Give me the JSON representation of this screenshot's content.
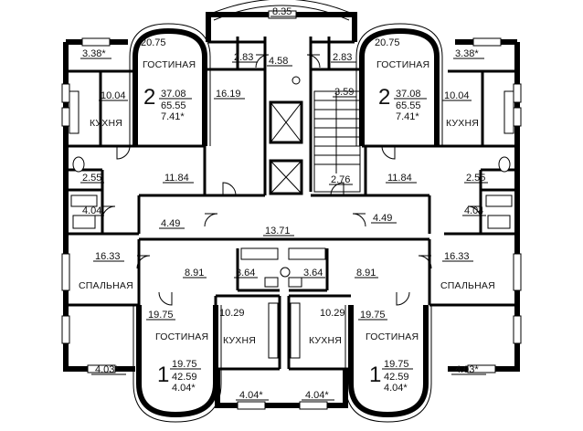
{
  "apartments": {
    "top_left": {
      "rooms": "2",
      "living_area": "37.08",
      "total_area": "65.55",
      "balcony_area": "7.41*"
    },
    "top_right": {
      "rooms": "2",
      "living_area": "37.08",
      "total_area": "65.55",
      "balcony_area": "7.41*"
    },
    "bottom_left": {
      "rooms": "1",
      "living_area": "19.75",
      "total_area": "42.59",
      "balcony_area": "4.04*"
    },
    "bottom_right": {
      "rooms": "1",
      "living_area": "19.75",
      "total_area": "42.59",
      "balcony_area": "4.04*"
    }
  },
  "room_names": {
    "living": "ГОСТИНАЯ",
    "kitchen": "КУХНЯ",
    "bedroom": "СПАЛЬНАЯ"
  },
  "areas": {
    "top_balcony_center": "8.35",
    "tl_balcony": "3.38*",
    "tr_balcony": "3.38*",
    "tl_living": "20.75",
    "tr_living": "20.75",
    "tl_corridor_small": "2.83",
    "tr_corridor_small": "2.83",
    "tl_storage": "4.58",
    "tl_kitchen": "10.04",
    "tr_kitchen": "10.04",
    "tl_hall": "16.19",
    "lobby_small": "3.59",
    "tl_bath": "2.55",
    "tr_bath": "2.55",
    "tl_hallway": "11.84",
    "tr_hallway": "11.84",
    "stairs": "2.76",
    "l_wc": "4.04",
    "r_wc": "4.04",
    "l_vestibule": "4.49",
    "r_vestibule": "4.49",
    "corridor": "13.71",
    "l_bedroom": "16.33",
    "r_bedroom": "16.33",
    "l_hall": "8.91",
    "r_hall": "8.91",
    "l_bath": "3.64",
    "r_bath": "3.64",
    "bl_living": "19.75",
    "br_living": "19.75",
    "bl_kitchen": "10.29",
    "br_kitchen": "10.29",
    "bl_balcony_outer": "4.03*",
    "br_balcony_outer": "4.03*",
    "bl_balcony_inner": "4.04*",
    "br_balcony_inner": "4.04*"
  }
}
